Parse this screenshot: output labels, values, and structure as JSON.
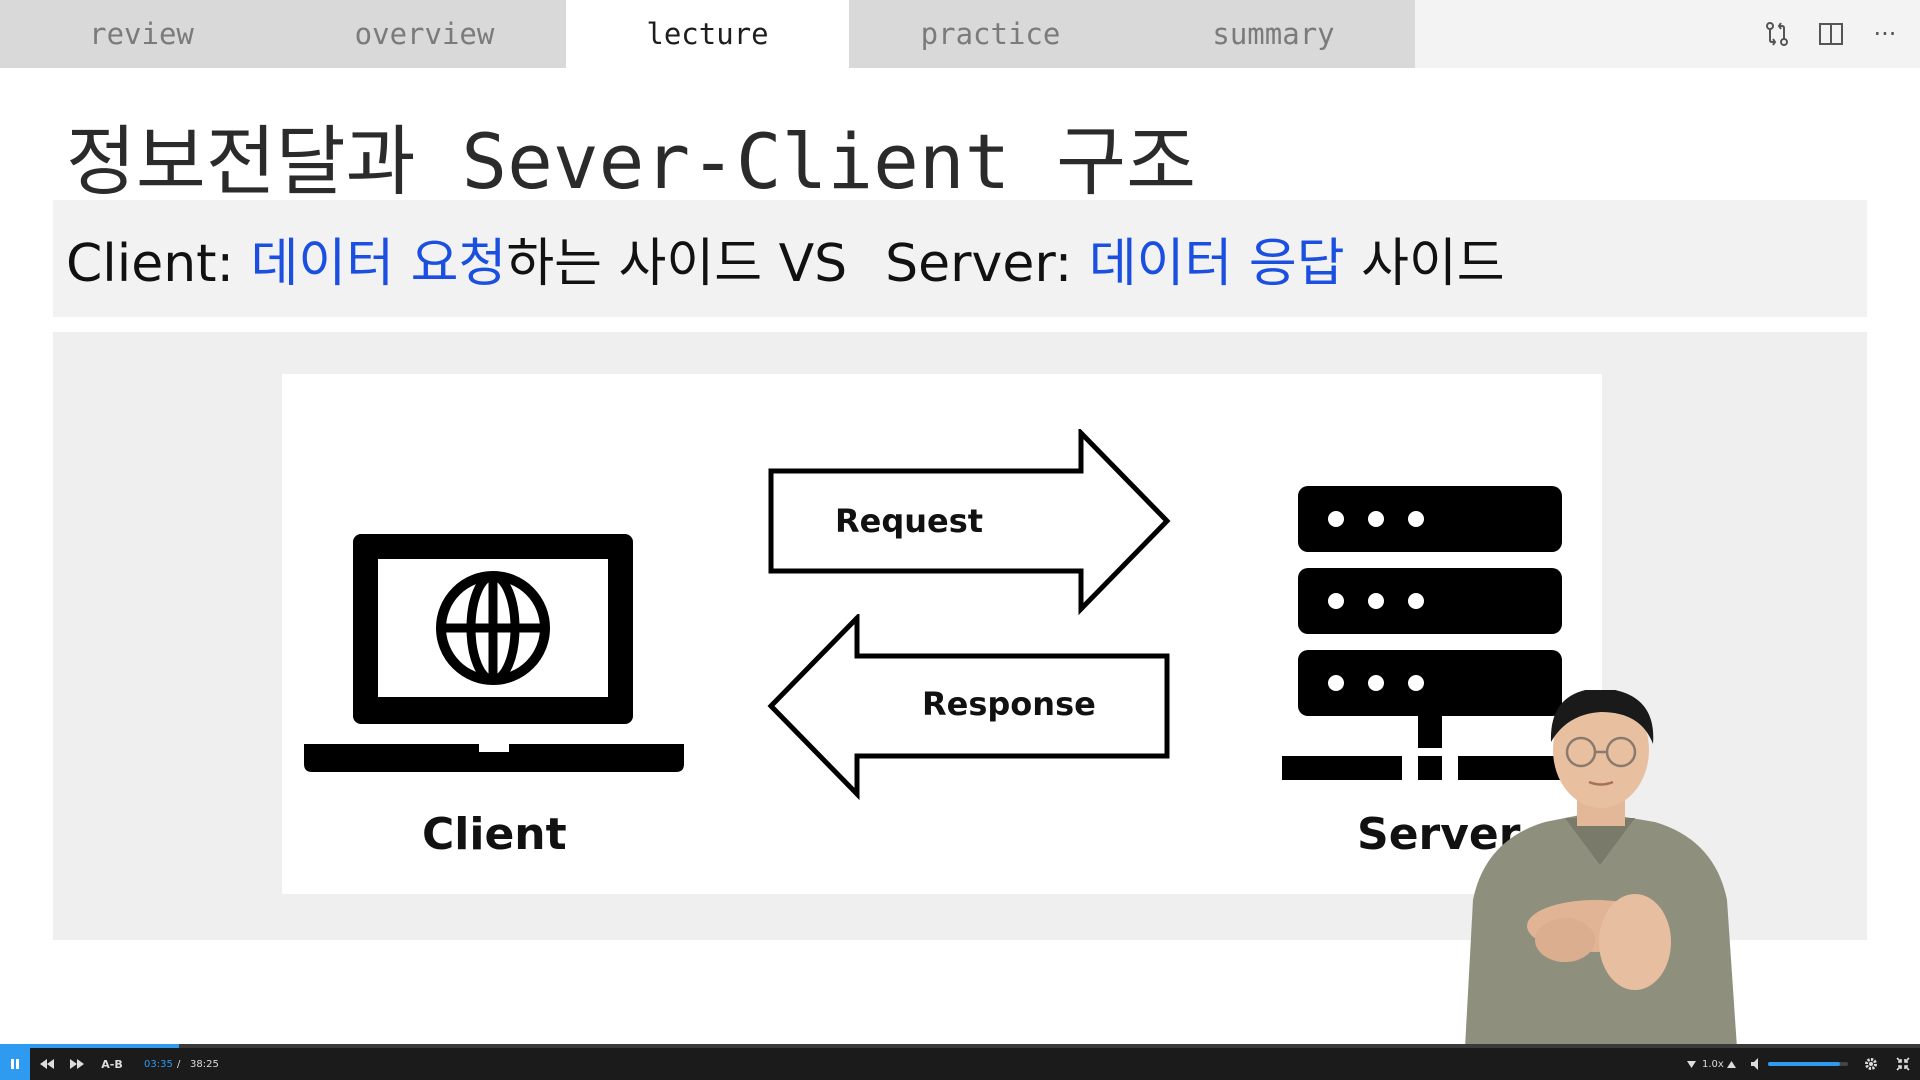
{
  "tabs": [
    {
      "label": "review"
    },
    {
      "label": "overview"
    },
    {
      "label": "lecture"
    },
    {
      "label": "practice"
    },
    {
      "label": "summary"
    }
  ],
  "tab_actions": {
    "compare_icon": "git-compare-icon",
    "split_icon": "split-editor-icon",
    "more_icon": "more-icon",
    "more_label": "···"
  },
  "slide": {
    "title": "정보전달과 Sever-Client 구조",
    "subtitle": {
      "client_prefix": "Client: ",
      "client_highlight": "데이터 요청",
      "client_suffix": "하는 사이드 VS",
      "server_prefix": "Server: ",
      "server_highlight": "데이터 응답",
      "server_suffix": " 사이드"
    },
    "diagram": {
      "client_label": "Client",
      "server_label": "Server",
      "request_label": "Request",
      "response_label": "Response"
    }
  },
  "player": {
    "ab_label": "A-B",
    "current_time": "03:35",
    "separator": "/",
    "duration": "38:25",
    "speed": "1.0x",
    "progress_fraction": 0.093,
    "volume_fraction": 0.9
  },
  "colors": {
    "accent_blue": "#1a4fe0",
    "progress": "#2e9bf0"
  }
}
